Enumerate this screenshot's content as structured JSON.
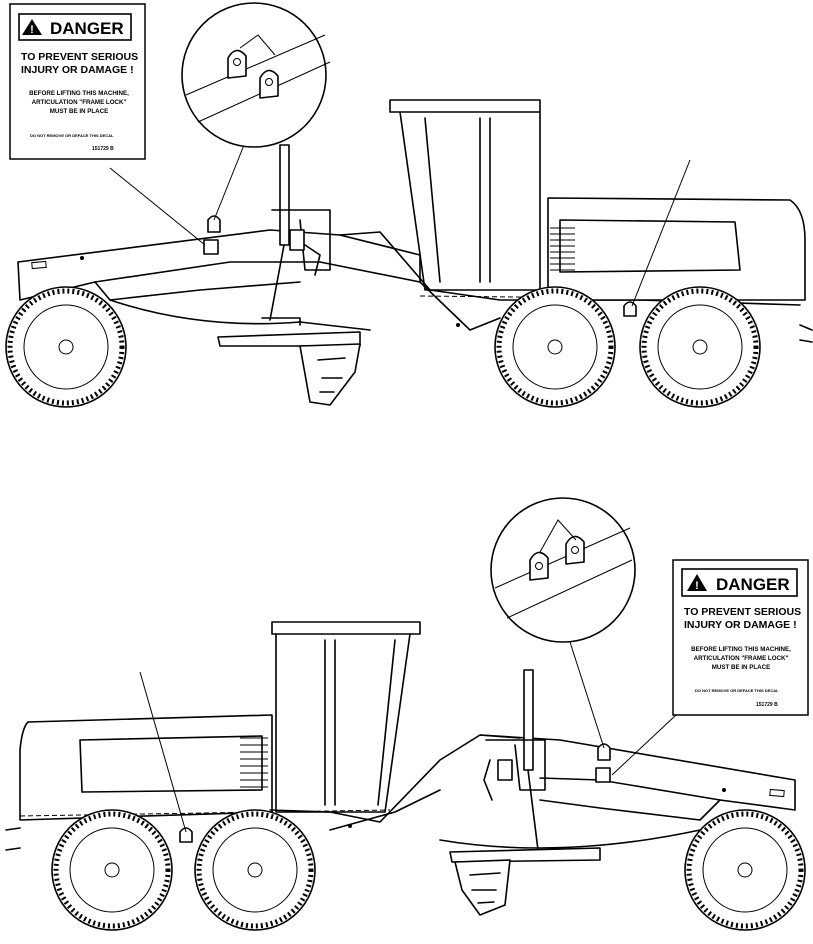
{
  "danger_decal": {
    "heading": "DANGER",
    "warning_line1": "TO PREVENT SERIOUS",
    "warning_line2": "INJURY OR DAMAGE !",
    "instruction_line1": "BEFORE LIFTING THIS MACHINE,",
    "instruction_line2": "ARTICULATION \"FRAME LOCK\"",
    "instruction_line3": "MUST BE IN PLACE",
    "footer": "DO NOT REMOVE OR DEFACE THIS DECAL",
    "part_number": "151729 B"
  },
  "colors": {
    "ink": "#000000",
    "paper": "#ffffff"
  }
}
